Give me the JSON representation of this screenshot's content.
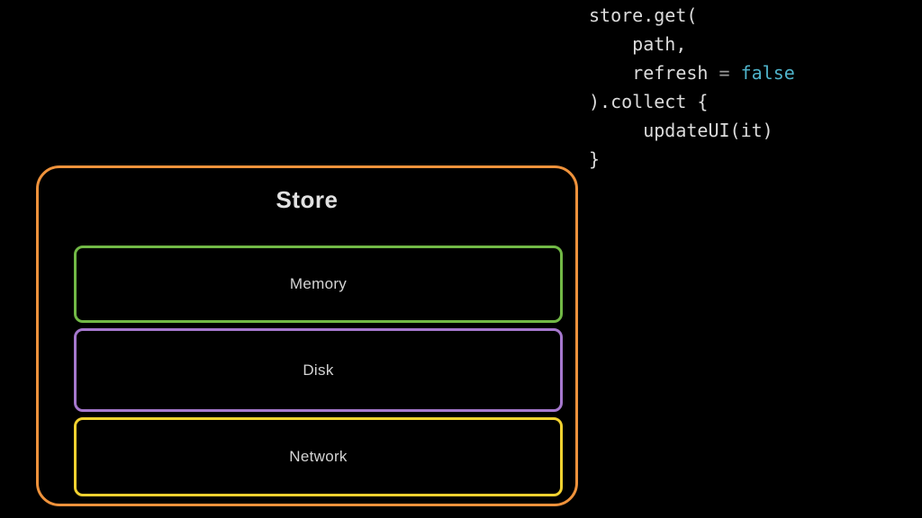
{
  "slide": {
    "background_color": "#000000"
  },
  "code": {
    "default_color": "#dcdcdc",
    "operator_color": "#9a9a9a",
    "keyword_color": "#4fb4cb",
    "lines": [
      {
        "segments": [
          {
            "text": "store.get(",
            "role": "default"
          }
        ]
      },
      {
        "segments": [
          {
            "text": "    path,",
            "role": "default"
          }
        ]
      },
      {
        "segments": [
          {
            "text": "    refresh ",
            "role": "default"
          },
          {
            "text": "=",
            "role": "operator"
          },
          {
            "text": " ",
            "role": "default"
          },
          {
            "text": "false",
            "role": "keyword"
          }
        ]
      },
      {
        "segments": [
          {
            "text": ").collect {",
            "role": "default"
          }
        ]
      },
      {
        "segments": [
          {
            "text": "     updateUI(it)",
            "role": "default"
          }
        ]
      },
      {
        "segments": [
          {
            "text": "}",
            "role": "default"
          }
        ]
      }
    ]
  },
  "diagram": {
    "store": {
      "label": "Store",
      "border_color": "#ef923b"
    },
    "layers": [
      {
        "label": "Memory",
        "border_color": "#72b946"
      },
      {
        "label": "Disk",
        "border_color": "#a678ce"
      },
      {
        "label": "Network",
        "border_color": "#f2d230"
      }
    ]
  }
}
